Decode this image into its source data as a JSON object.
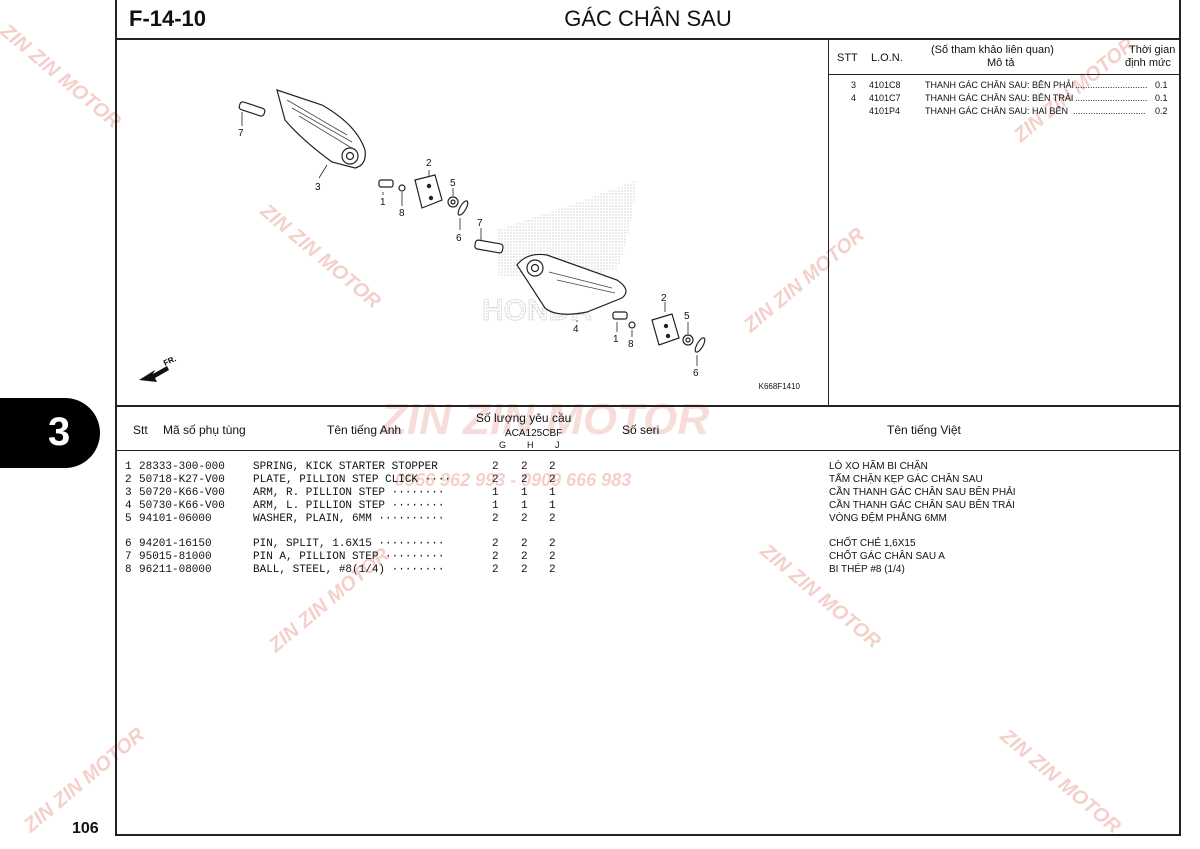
{
  "header": {
    "figure_code": "F-14-10",
    "title": "GÁC CHÂN SAU"
  },
  "diagram": {
    "code": "K668F1410",
    "direction_label": "FR.",
    "brand_watermark": "HONDA",
    "callouts": [
      "7",
      "3",
      "2",
      "1",
      "8",
      "5",
      "6",
      "7",
      "2",
      "4",
      "5",
      "1",
      "8",
      "6"
    ]
  },
  "lon": {
    "headers": {
      "stt": "STT",
      "lon": "L.O.N.",
      "ref_line1": "(Số tham khảo liên quan)",
      "ref_line2": "Mô tả",
      "time_line1": "Thời gian",
      "time_line2": "định mức"
    },
    "rows": [
      {
        "stt": "3",
        "lon": "4101C8",
        "desc": "THANH GÁC CHÂN SAU: BÊN PHẢI",
        "time": "0.1"
      },
      {
        "stt": "4",
        "lon": "4101C7",
        "desc": "THANH GÁC CHÂN SAU: BÊN TRÁI",
        "time": "0.1"
      },
      {
        "stt": "",
        "lon": "4101P4",
        "desc": "THANH GÁC CHÂN SAU: HAI BÊN",
        "time": "0.2"
      }
    ]
  },
  "parts_table": {
    "headers": {
      "stt": "Stt",
      "part_no": "Mã số phụ tùng",
      "name_en": "Tên tiếng Anh",
      "qty": "Số lượng yêu cầu",
      "model": "ACA125CBF",
      "col_g": "G",
      "col_h": "H",
      "col_j": "J",
      "serial": "Số seri",
      "name_vn": "Tên tiếng Việt"
    },
    "rows": [
      {
        "stt": "1",
        "part_no": "28333-300-000",
        "name_en": "SPRING, KICK STARTER STOPPER",
        "g": "2",
        "h": "2",
        "j": "2",
        "name_vn": "LÒ XO HÃM BI CHẶN"
      },
      {
        "stt": "2",
        "part_no": "50718-K27-V00",
        "name_en": "PLATE, PILLION STEP CLICK ····",
        "g": "2",
        "h": "2",
        "j": "2",
        "name_vn": "TẤM CHẶN KẸP GÁC CHÂN SAU"
      },
      {
        "stt": "3",
        "part_no": "50720-K66-V00",
        "name_en": "ARM, R. PILLION STEP ········",
        "g": "1",
        "h": "1",
        "j": "1",
        "name_vn": "CẦN THANH GÁC CHÂN SAU BÊN PHẢI"
      },
      {
        "stt": "4",
        "part_no": "50730-K66-V00",
        "name_en": "ARM, L. PILLION STEP ········",
        "g": "1",
        "h": "1",
        "j": "1",
        "name_vn": "CẦN THANH GÁC CHÂN SAU BÊN TRÁI"
      },
      {
        "stt": "5",
        "part_no": "94101-06000",
        "name_en": "WASHER, PLAIN, 6MM ··········",
        "g": "2",
        "h": "2",
        "j": "2",
        "name_vn": "VÒNG ĐỆM PHẲNG 6MM"
      },
      {
        "stt": "6",
        "part_no": "94201-16150",
        "name_en": "PIN, SPLIT, 1.6X15 ··········",
        "g": "2",
        "h": "2",
        "j": "2",
        "name_vn": "CHỐT CHẺ 1,6X15"
      },
      {
        "stt": "7",
        "part_no": "95015-81000",
        "name_en": "PIN A, PILLION STEP ·········",
        "g": "2",
        "h": "2",
        "j": "2",
        "name_vn": "CHỐT GÁC CHÂN SAU A"
      },
      {
        "stt": "8",
        "part_no": "96211-08000",
        "name_en": "BALL, STEEL, #8(1/4) ········",
        "g": "2",
        "h": "2",
        "j": "2",
        "name_vn": "BI THÉP #8 (1/4)"
      }
    ]
  },
  "side": {
    "section_number": "3",
    "page_number": "106"
  },
  "watermark": {
    "brand": "ZIN ZIN MOTOR",
    "phone": "0966 962 993 - 0909 666 983",
    "color": "#e07a6a"
  }
}
